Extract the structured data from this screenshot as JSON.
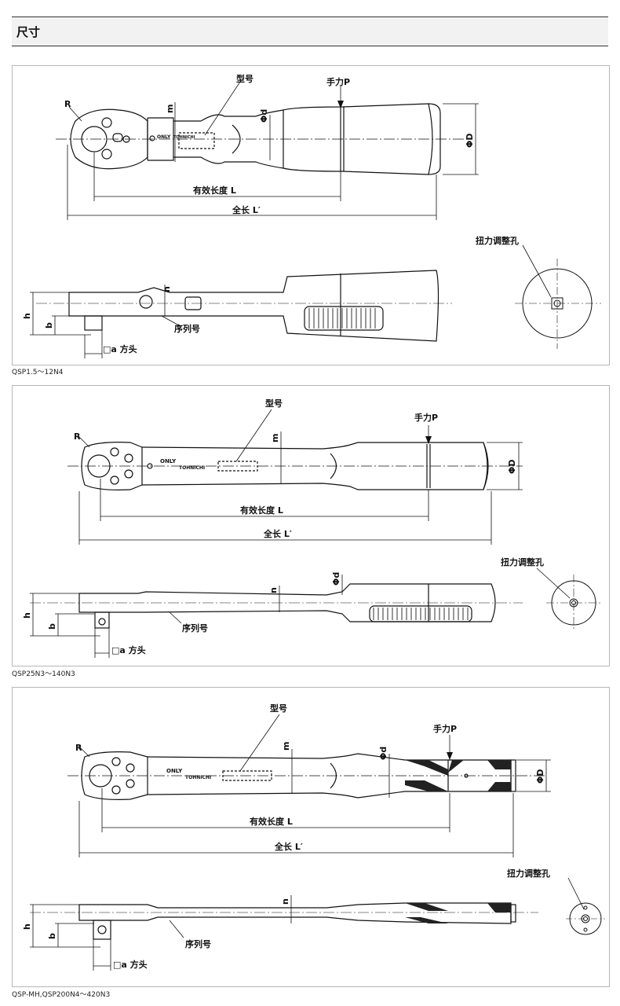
{
  "header": {
    "title": "尺寸"
  },
  "labels": {
    "R": "R",
    "m": "m",
    "phi_d": "Φd",
    "phi_D": "ΦD",
    "n": "n",
    "h": "h",
    "b": "b",
    "model": "型号",
    "hand_force": "手力P",
    "effective_length": "有效长度 L",
    "total_length": "全长 L′",
    "adjust_hole": "扭力调整孔",
    "serial": "序列号",
    "square": "□a 方头",
    "brand": "TOHNICHI",
    "only": "ONLY"
  },
  "captions": [
    "QSP1.5～12N4",
    "QSP25N3～140N3",
    "QSP-MH,QSP200N4～420N3"
  ]
}
